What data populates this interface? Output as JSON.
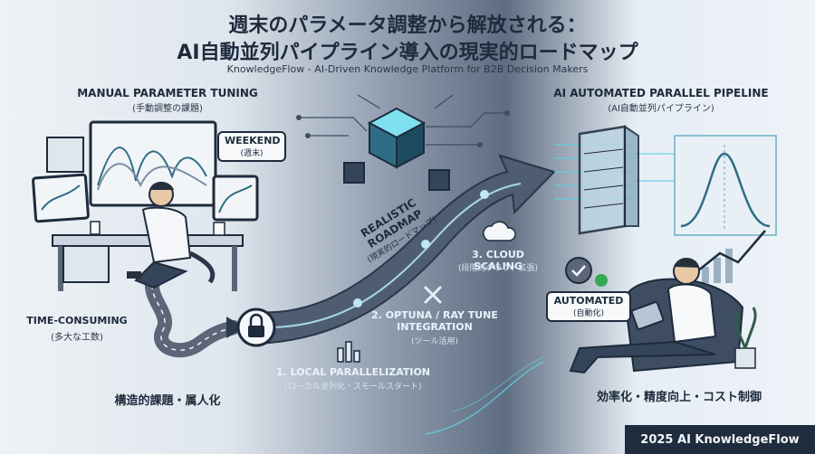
{
  "title": {
    "line1": "週末のパラメータ調整から解放される：",
    "line2": "AI自動並列パイプライン導入の現実的ロードマップ",
    "subtitle": "KnowledgeFlow - AI-Driven Knowledge Platform for B2B Decision Makers"
  },
  "left": {
    "heading": "MANUAL PARAMETER TUNING",
    "heading_sub": "(手動調整の課題)",
    "weekend": "WEEKEND",
    "weekend_sub": "(週末)",
    "time_label": "TIME-CONSUMING",
    "time_sub": "(多大な工数)",
    "bottom": "構造的課題・属人化"
  },
  "center": {
    "roadmap": "REALISTIC ROADMAP",
    "roadmap_sub": "(現実的ロードマップ)",
    "steps": [
      {
        "label": "1. LOCAL PARALLELIZATION",
        "sub": "(ローカル並列化・スモールスタート)"
      },
      {
        "label": "2. OPTUNA / RAY TUNE INTEGRATION",
        "sub": "(ツール活用)"
      },
      {
        "label": "3. CLOUD SCALING",
        "sub": "(段階的クラウド拡張)"
      }
    ]
  },
  "right": {
    "heading": "AI AUTOMATED PARALLEL PIPELINE",
    "heading_sub": "(AI自動並列パイプライン)",
    "automated": "AUTOMATED",
    "automated_sub": "(自動化)",
    "bottom": "効率化・精度向上・コスト制御"
  },
  "footer": "2025 AI KnowledgeFlow",
  "colors": {
    "dark": "#1d2b3c",
    "accent": "#5fd0e8",
    "arrow": "#4a5568"
  }
}
